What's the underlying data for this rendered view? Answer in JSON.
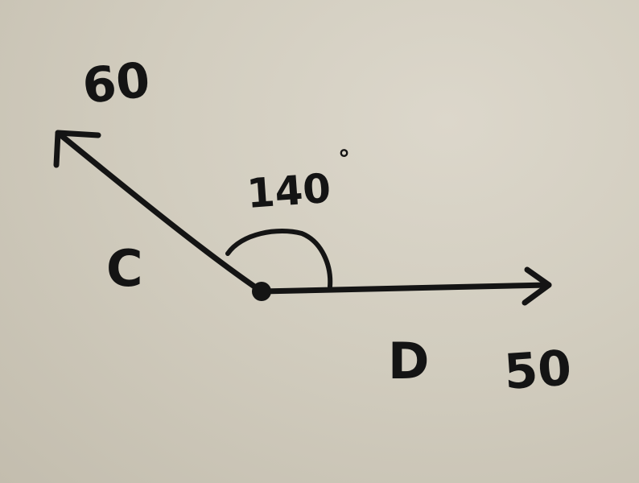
{
  "diagram": {
    "vector_c": {
      "label": "C",
      "magnitude": "60"
    },
    "vector_d": {
      "label": "D",
      "magnitude": "50"
    },
    "angle": {
      "value": "140",
      "unit": "°"
    },
    "ink_color": "#141414",
    "paper_color": "#d6d1c4"
  }
}
